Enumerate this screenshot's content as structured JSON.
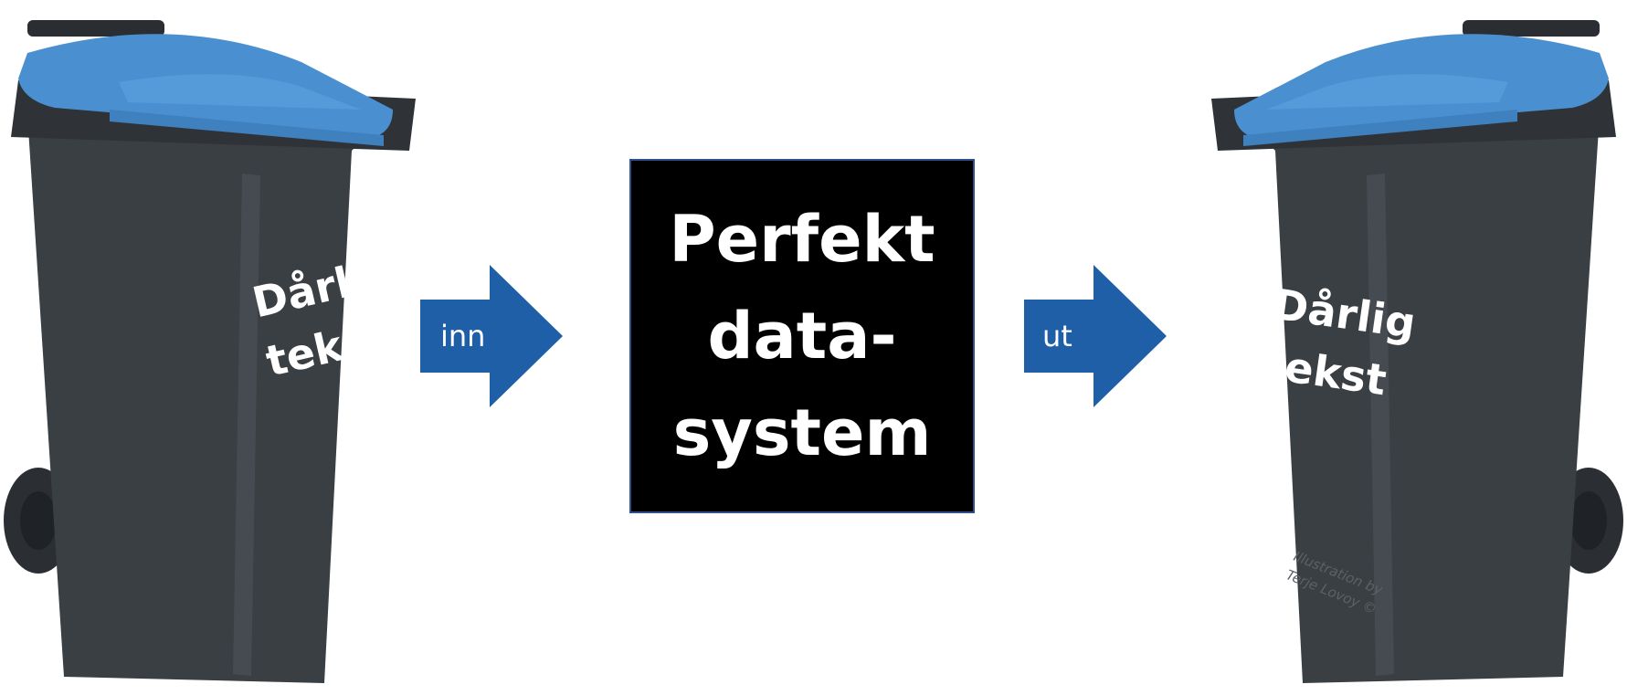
{
  "left_bin": {
    "icon": "wheelie-bin-icon",
    "label_lines": [
      "Dårlig",
      "tekst"
    ]
  },
  "arrow_in": {
    "icon": "arrow-right-icon",
    "label": "inn"
  },
  "system": {
    "lines": [
      "Perfekt",
      "data-",
      "system"
    ]
  },
  "arrow_out": {
    "icon": "arrow-right-icon",
    "label": "ut"
  },
  "right_bin": {
    "icon": "wheelie-bin-icon",
    "label_lines": [
      "Dårlig",
      "tekst"
    ],
    "credit_lines": [
      "Illustration by",
      "Terje Lovoy ©"
    ]
  },
  "colors": {
    "bin_body": "#3a3f44",
    "bin_lid": "#4a90d0",
    "arrow": "#1f5fa8",
    "box": "#000000",
    "box_border": "#2f4f8f"
  }
}
